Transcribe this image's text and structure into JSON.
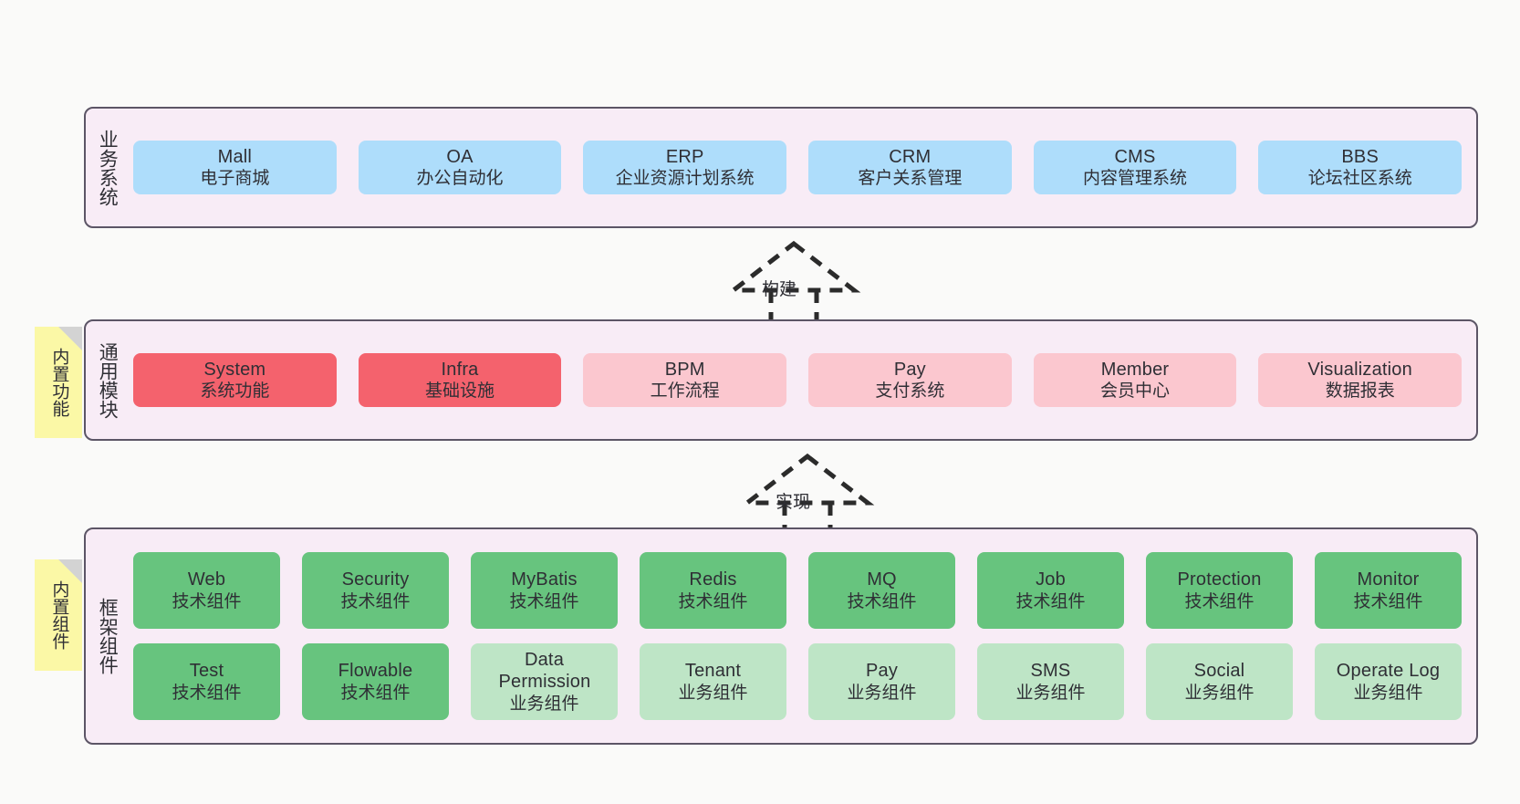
{
  "diagram": {
    "background": "#fafaf9",
    "panel_fill": "#f8ecf6",
    "panel_border": "#5c5566",
    "note_fill": "#fbf8a6",
    "note_fold": "#d3d3d3"
  },
  "layers": [
    {
      "id": "business",
      "title": "业务系统",
      "note": null,
      "rows": [
        {
          "cards": [
            {
              "en": "Mall",
              "cn": "电子商城",
              "color": "#aeddfb",
              "style": "c-blue"
            },
            {
              "en": "OA",
              "cn": "办公自动化",
              "color": "#aeddfb",
              "style": "c-blue"
            },
            {
              "en": "ERP",
              "cn": "企业资源计划系统",
              "color": "#aeddfb",
              "style": "c-blue"
            },
            {
              "en": "CRM",
              "cn": "客户关系管理",
              "color": "#aeddfb",
              "style": "c-blue"
            },
            {
              "en": "CMS",
              "cn": "内容管理系统",
              "color": "#aeddfb",
              "style": "c-blue"
            },
            {
              "en": "BBS",
              "cn": "论坛社区系统",
              "color": "#aeddfb",
              "style": "c-blue"
            }
          ]
        }
      ]
    },
    {
      "id": "common-modules",
      "title": "通用模块",
      "note": "内置功能",
      "rows": [
        {
          "cards": [
            {
              "en": "System",
              "cn": "系统功能",
              "color": "#f4626d",
              "style": "c-red"
            },
            {
              "en": "Infra",
              "cn": "基础设施",
              "color": "#f4626d",
              "style": "c-red"
            },
            {
              "en": "BPM",
              "cn": "工作流程",
              "color": "#fbc7cf",
              "style": "c-pink"
            },
            {
              "en": "Pay",
              "cn": "支付系统",
              "color": "#fbc7cf",
              "style": "c-pink"
            },
            {
              "en": "Member",
              "cn": "会员中心",
              "color": "#fbc7cf",
              "style": "c-pink"
            },
            {
              "en": "Visualization",
              "cn": "数据报表",
              "color": "#fbc7cf",
              "style": "c-pink"
            }
          ]
        }
      ]
    },
    {
      "id": "framework-components",
      "title": "框架组件",
      "note": "内置组件",
      "rows": [
        {
          "cards": [
            {
              "en": "Web",
              "cn": "技术组件",
              "color": "#67c47e",
              "style": "c-green"
            },
            {
              "en": "Security",
              "cn": "技术组件",
              "color": "#67c47e",
              "style": "c-green"
            },
            {
              "en": "MyBatis",
              "cn": "技术组件",
              "color": "#67c47e",
              "style": "c-green"
            },
            {
              "en": "Redis",
              "cn": "技术组件",
              "color": "#67c47e",
              "style": "c-green"
            },
            {
              "en": "MQ",
              "cn": "技术组件",
              "color": "#67c47e",
              "style": "c-green"
            },
            {
              "en": "Job",
              "cn": "技术组件",
              "color": "#67c47e",
              "style": "c-green"
            },
            {
              "en": "Protection",
              "cn": "技术组件",
              "color": "#67c47e",
              "style": "c-green"
            },
            {
              "en": "Monitor",
              "cn": "技术组件",
              "color": "#67c47e",
              "style": "c-green"
            }
          ]
        },
        {
          "cards": [
            {
              "en": "Test",
              "cn": "技术组件",
              "color": "#67c47e",
              "style": "c-green"
            },
            {
              "en": "Flowable",
              "cn": "技术组件",
              "color": "#67c47e",
              "style": "c-green"
            },
            {
              "en": "Data Permission",
              "cn": "业务组件",
              "color": "#bee5c6",
              "style": "c-lightgreen"
            },
            {
              "en": "Tenant",
              "cn": "业务组件",
              "color": "#bee5c6",
              "style": "c-lightgreen"
            },
            {
              "en": "Pay",
              "cn": "业务组件",
              "color": "#bee5c6",
              "style": "c-lightgreen"
            },
            {
              "en": "SMS",
              "cn": "业务组件",
              "color": "#bee5c6",
              "style": "c-lightgreen"
            },
            {
              "en": "Social",
              "cn": "业务组件",
              "color": "#bee5c6",
              "style": "c-lightgreen"
            },
            {
              "en": "Operate Log",
              "cn": "业务组件",
              "color": "#bee5c6",
              "style": "c-lightgreen"
            }
          ]
        }
      ]
    }
  ],
  "connectors": [
    {
      "id": "build",
      "label": "构建",
      "from": "common-modules",
      "to": "business"
    },
    {
      "id": "implement",
      "label": "实现",
      "from": "framework-components",
      "to": "common-modules"
    }
  ]
}
